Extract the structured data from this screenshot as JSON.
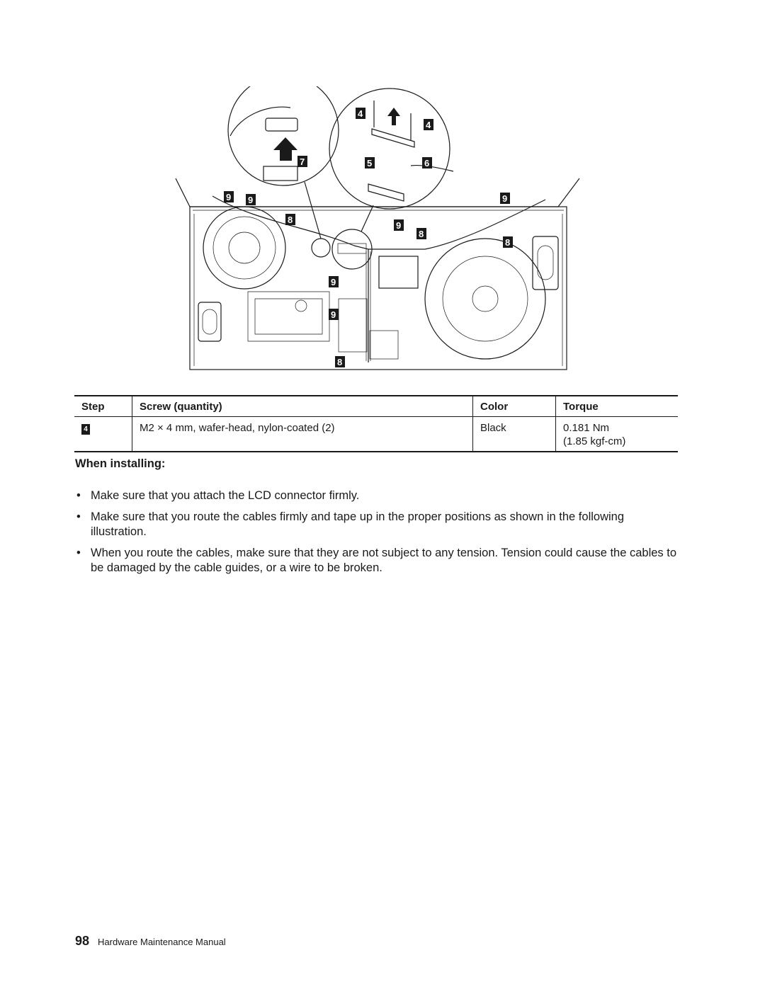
{
  "figure": {
    "callouts": [
      "4",
      "4",
      "5",
      "6",
      "7",
      "9",
      "9",
      "8",
      "9",
      "8",
      "9",
      "8",
      "9",
      "9",
      "8"
    ]
  },
  "table": {
    "headers": {
      "step": "Step",
      "screw": "Screw (quantity)",
      "color": "Color",
      "torque": "Torque"
    },
    "rows": [
      {
        "step": "4",
        "screw": "M2 × 4 mm, wafer-head, nylon-coated (2)",
        "color": "Black",
        "torque_line1": "0.181 Nm",
        "torque_line2": "(1.85 kgf-cm)"
      }
    ]
  },
  "section": {
    "heading": "When installing:",
    "bullets": [
      "Make sure that you attach the LCD connector firmly.",
      "Make sure that you route the cables firmly and tape up in the proper positions as shown in the following illustration.",
      "When you route the cables, make sure that they are not subject to any tension. Tension could cause the cables to be damaged by the cable guides, or a wire to be broken."
    ]
  },
  "footer": {
    "page_number": "98",
    "title": "Hardware Maintenance Manual"
  }
}
